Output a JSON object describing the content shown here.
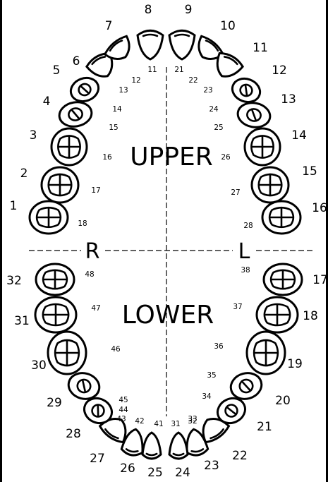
{
  "labels": {
    "upper": "UPPER",
    "lower": "LOWER",
    "right": "R",
    "left": "L"
  },
  "teeth": [
    {
      "id": "1",
      "fdi": "18",
      "arch": "upper",
      "kind": "molar"
    },
    {
      "id": "2",
      "fdi": "17",
      "arch": "upper",
      "kind": "molar"
    },
    {
      "id": "3",
      "fdi": "16",
      "arch": "upper",
      "kind": "molar"
    },
    {
      "id": "4",
      "fdi": "15",
      "arch": "upper",
      "kind": "premolar"
    },
    {
      "id": "5",
      "fdi": "14",
      "arch": "upper",
      "kind": "premolar"
    },
    {
      "id": "6",
      "fdi": "13",
      "arch": "upper",
      "kind": "canine"
    },
    {
      "id": "7",
      "fdi": "12",
      "arch": "upper",
      "kind": "incisor"
    },
    {
      "id": "8",
      "fdi": "11",
      "arch": "upper",
      "kind": "incisor"
    },
    {
      "id": "9",
      "fdi": "21",
      "arch": "upper",
      "kind": "incisor"
    },
    {
      "id": "10",
      "fdi": "22",
      "arch": "upper",
      "kind": "incisor"
    },
    {
      "id": "11",
      "fdi": "23",
      "arch": "upper",
      "kind": "canine"
    },
    {
      "id": "12",
      "fdi": "24",
      "arch": "upper",
      "kind": "premolar"
    },
    {
      "id": "13",
      "fdi": "25",
      "arch": "upper",
      "kind": "premolar"
    },
    {
      "id": "14",
      "fdi": "26",
      "arch": "upper",
      "kind": "molar"
    },
    {
      "id": "15",
      "fdi": "27",
      "arch": "upper",
      "kind": "molar"
    },
    {
      "id": "16",
      "fdi": "28",
      "arch": "upper",
      "kind": "molar"
    },
    {
      "id": "17",
      "fdi": "38",
      "arch": "lower",
      "kind": "molar"
    },
    {
      "id": "18",
      "fdi": "37",
      "arch": "lower",
      "kind": "molar"
    },
    {
      "id": "19",
      "fdi": "36",
      "arch": "lower",
      "kind": "molar"
    },
    {
      "id": "20",
      "fdi": "35",
      "arch": "lower",
      "kind": "premolar"
    },
    {
      "id": "21",
      "fdi": "34",
      "arch": "lower",
      "kind": "premolar"
    },
    {
      "id": "22",
      "fdi": "33",
      "arch": "lower",
      "kind": "canine"
    },
    {
      "id": "23",
      "fdi": "32",
      "arch": "lower",
      "kind": "incisor"
    },
    {
      "id": "24",
      "fdi": "31",
      "arch": "lower",
      "kind": "incisor"
    },
    {
      "id": "25",
      "fdi": "41",
      "arch": "lower",
      "kind": "incisor"
    },
    {
      "id": "26",
      "fdi": "42",
      "arch": "lower",
      "kind": "incisor"
    },
    {
      "id": "27",
      "fdi": "43",
      "arch": "lower",
      "kind": "canine"
    },
    {
      "id": "28",
      "fdi": "44",
      "arch": "lower",
      "kind": "premolar"
    },
    {
      "id": "29",
      "fdi": "45",
      "arch": "lower",
      "kind": "premolar"
    },
    {
      "id": "30",
      "fdi": "46",
      "arch": "lower",
      "kind": "molar"
    },
    {
      "id": "31",
      "fdi": "47",
      "arch": "lower",
      "kind": "molar"
    },
    {
      "id": "32",
      "fdi": "48",
      "arch": "lower",
      "kind": "molar"
    }
  ]
}
